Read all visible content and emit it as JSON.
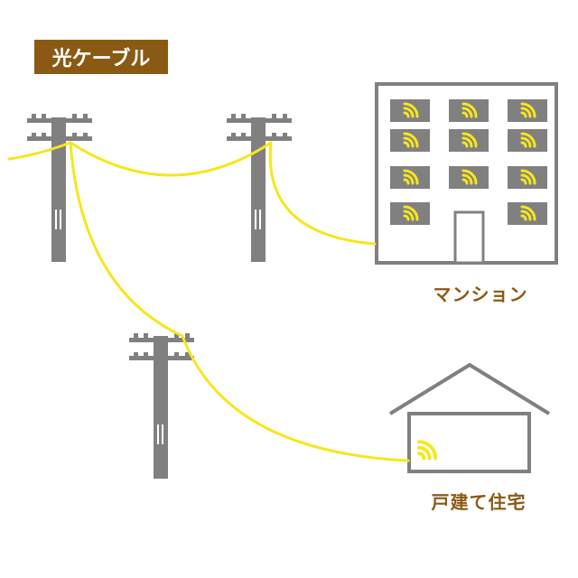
{
  "title": "光ケーブル",
  "labels": {
    "mansion": "マンション",
    "house": "戸建て住宅"
  },
  "colors": {
    "cable": "#f7e61c",
    "pole": "#808080",
    "building_outline": "#808080",
    "label_brown": "#8a5a14",
    "badge_background": "#8a5a14"
  },
  "icons": [
    "wifi-icon",
    "utility-pole",
    "building",
    "house"
  ]
}
